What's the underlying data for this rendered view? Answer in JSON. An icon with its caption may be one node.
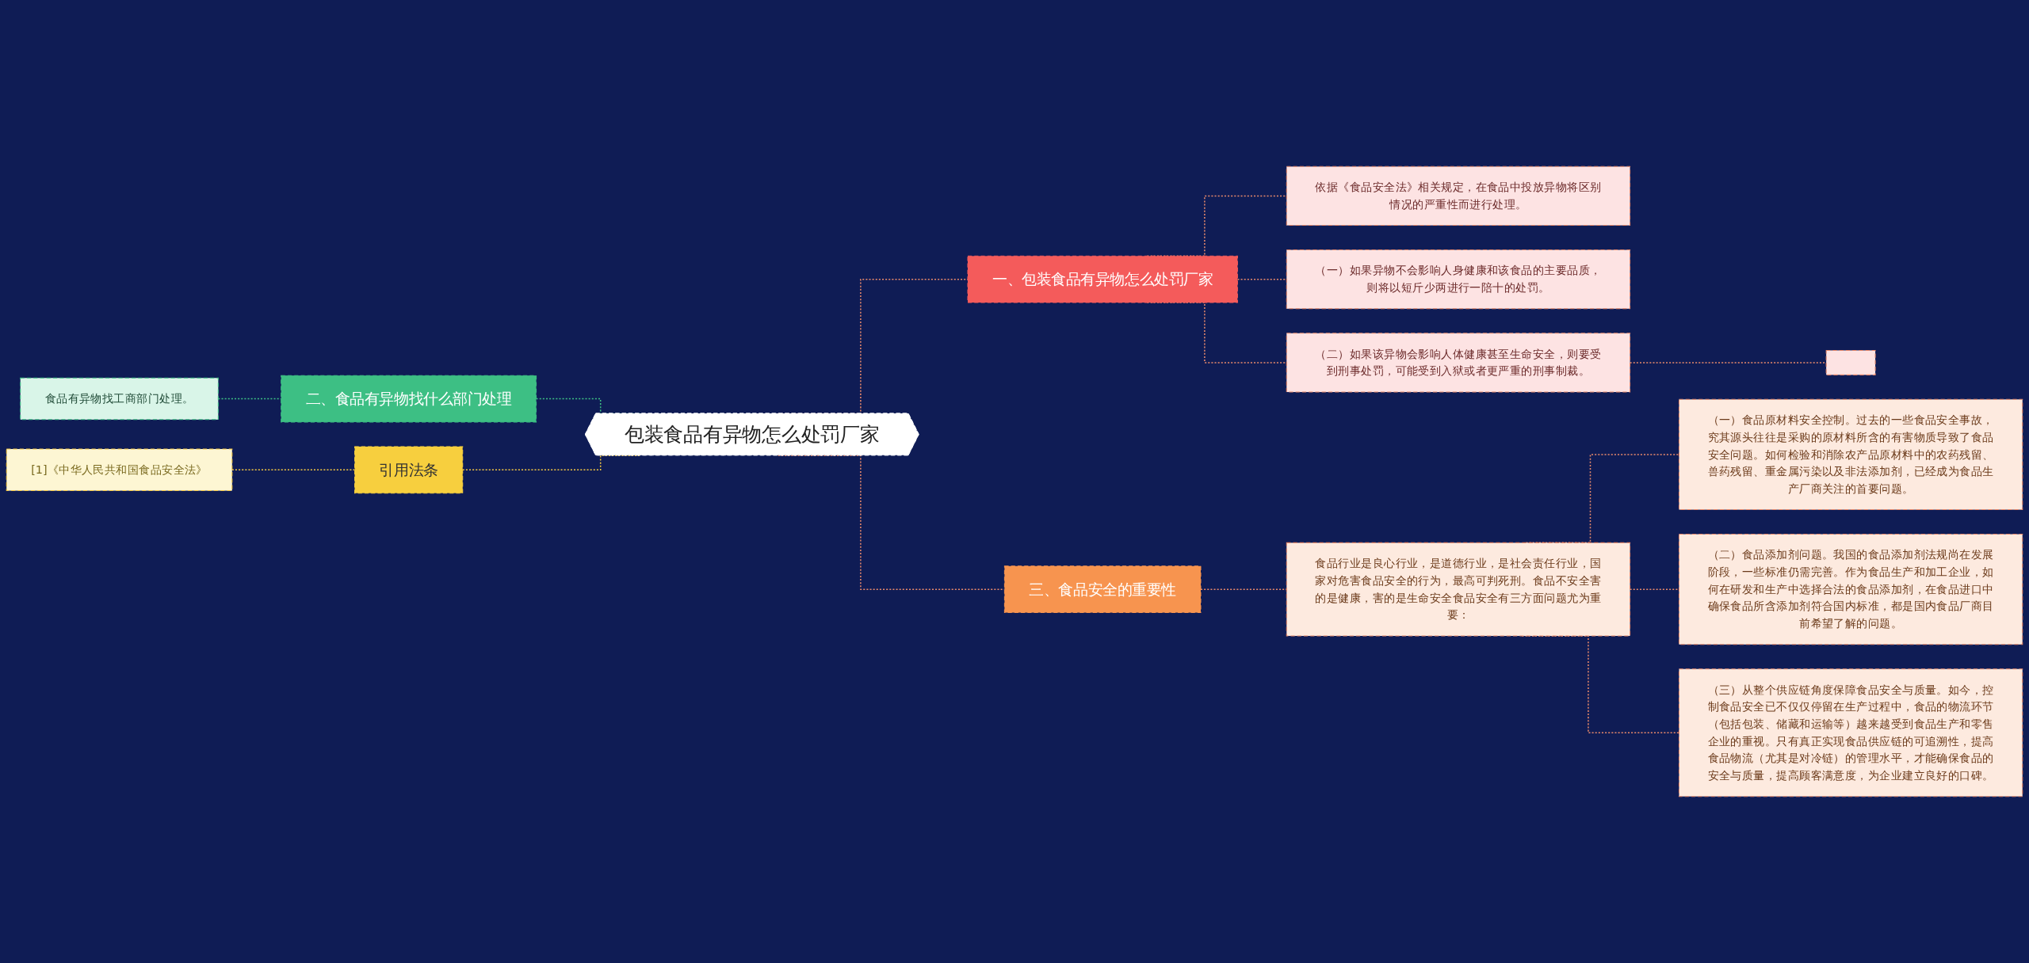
{
  "diagram": {
    "nodes": [
      {
        "text": [
          "包装食品有异物怎么处罚厂家"
        ]
      },
      {
        "text": [
          "一、包装食品有异物怎么处罚厂家"
        ]
      },
      {
        "text": [
          "依据《食品安全法》相关规定，在食品中投放异物将区别情况的严重性而进行处理。"
        ]
      },
      {
        "text": [
          "（一）如果异物不会影响人身健康和该食品的主要品质，则将以短斤少两进行一陪十的处罚。"
        ]
      },
      {
        "text": [
          "（二）如果该异物会影响人体健康甚至生命安全，则要受到刑事处罚，可能受到入狱或者更严重的刑事制裁。"
        ]
      },
      {
        "text": [],
        "shape": "box"
      },
      {
        "text": [
          "三、食品安全的重要性"
        ]
      },
      {
        "text": [
          "食品行业是良心行业，是道德行业，是社会责任行业，国家对危害食品安全的行为，最高可判死刑。食品不安全害的是健康，害的是生命安全食品安全有三方面问题尤为重要："
        ]
      },
      {
        "text": [
          "（一）食品原材料安全控制。过去的一些食品安全事故，究其源头往往是采购的原材料所含的有害物质导致了食品安全问题。如何检验和消除农产品原材料中的农药残留、兽药残留、重金属污染以及非法添加剂，已经成为食品生产厂商关注的首要问题。"
        ]
      },
      {
        "text": [
          "（二）食品添加剂问题。我国的食品添加剂法规尚在发展阶段，一些标准仍需完善。作为食品生产和加工企业，如何在研发和生产中选择合法的食品添加剂，在食品进口中确保食品所含添加剂符合国内标准，都是国内食品厂商目前希望了解的问题。"
        ]
      },
      {
        "text": [
          "（三）从整个供应链角度保障食品安全与质量。如今，控制食品安全已不仅仅停留在生产过程中，食品的物流环节（包括包装、储藏和运输等）越来越受到食品生产和零售企业的重视。只有真正实现食品供应链的可追溯性，提高食品物流（尤其是对冷链）的管理水平，才能确保食品的安全与质量，提高顾客满意度，为企业建立良好的口碑。"
        ]
      },
      {
        "text": [
          "食品有异物找工商部门处理。"
        ]
      },
      {
        "text": [
          "二、食品有异物找什么部门处理"
        ]
      },
      {
        "text": [
          "[1]《中华人民共和国食品安全法》"
        ]
      },
      {
        "text": [
          "引用法条"
        ]
      }
    ],
    "edges": [
      {
        "from": 0,
        "to": 1,
        "arrow": "none",
        "style": "dashed"
      },
      {
        "from": 1,
        "to": 2,
        "arrow": "none",
        "style": "dashed"
      },
      {
        "from": 1,
        "to": 3,
        "arrow": "none",
        "style": "dashed"
      },
      {
        "from": 1,
        "to": 4,
        "arrow": "none",
        "style": "dashed"
      },
      {
        "from": 4,
        "to": 5,
        "arrow": "none",
        "style": "dashed"
      },
      {
        "from": 0,
        "to": 6,
        "arrow": "none",
        "style": "dashed"
      },
      {
        "from": 6,
        "to": 7,
        "arrow": "none",
        "style": "dashed"
      },
      {
        "from": 7,
        "to": 8,
        "arrow": "none",
        "style": "dashed"
      },
      {
        "from": 7,
        "to": 9,
        "arrow": "none",
        "style": "dashed"
      },
      {
        "from": 7,
        "to": 10,
        "arrow": "none",
        "style": "dashed"
      },
      {
        "from": 11,
        "to": 12,
        "arrow": "none",
        "style": "dashed",
        "color": "#3dbf84"
      },
      {
        "from": 12,
        "to": 0,
        "arrow": "none",
        "style": "dashed",
        "color": "#3dbf84"
      },
      {
        "from": 13,
        "to": 14,
        "arrow": "none",
        "style": "dashed",
        "color": "#f5c842"
      },
      {
        "from": 14,
        "to": 0,
        "arrow": "none",
        "style": "dashed",
        "color": "#f5c842"
      }
    ]
  }
}
